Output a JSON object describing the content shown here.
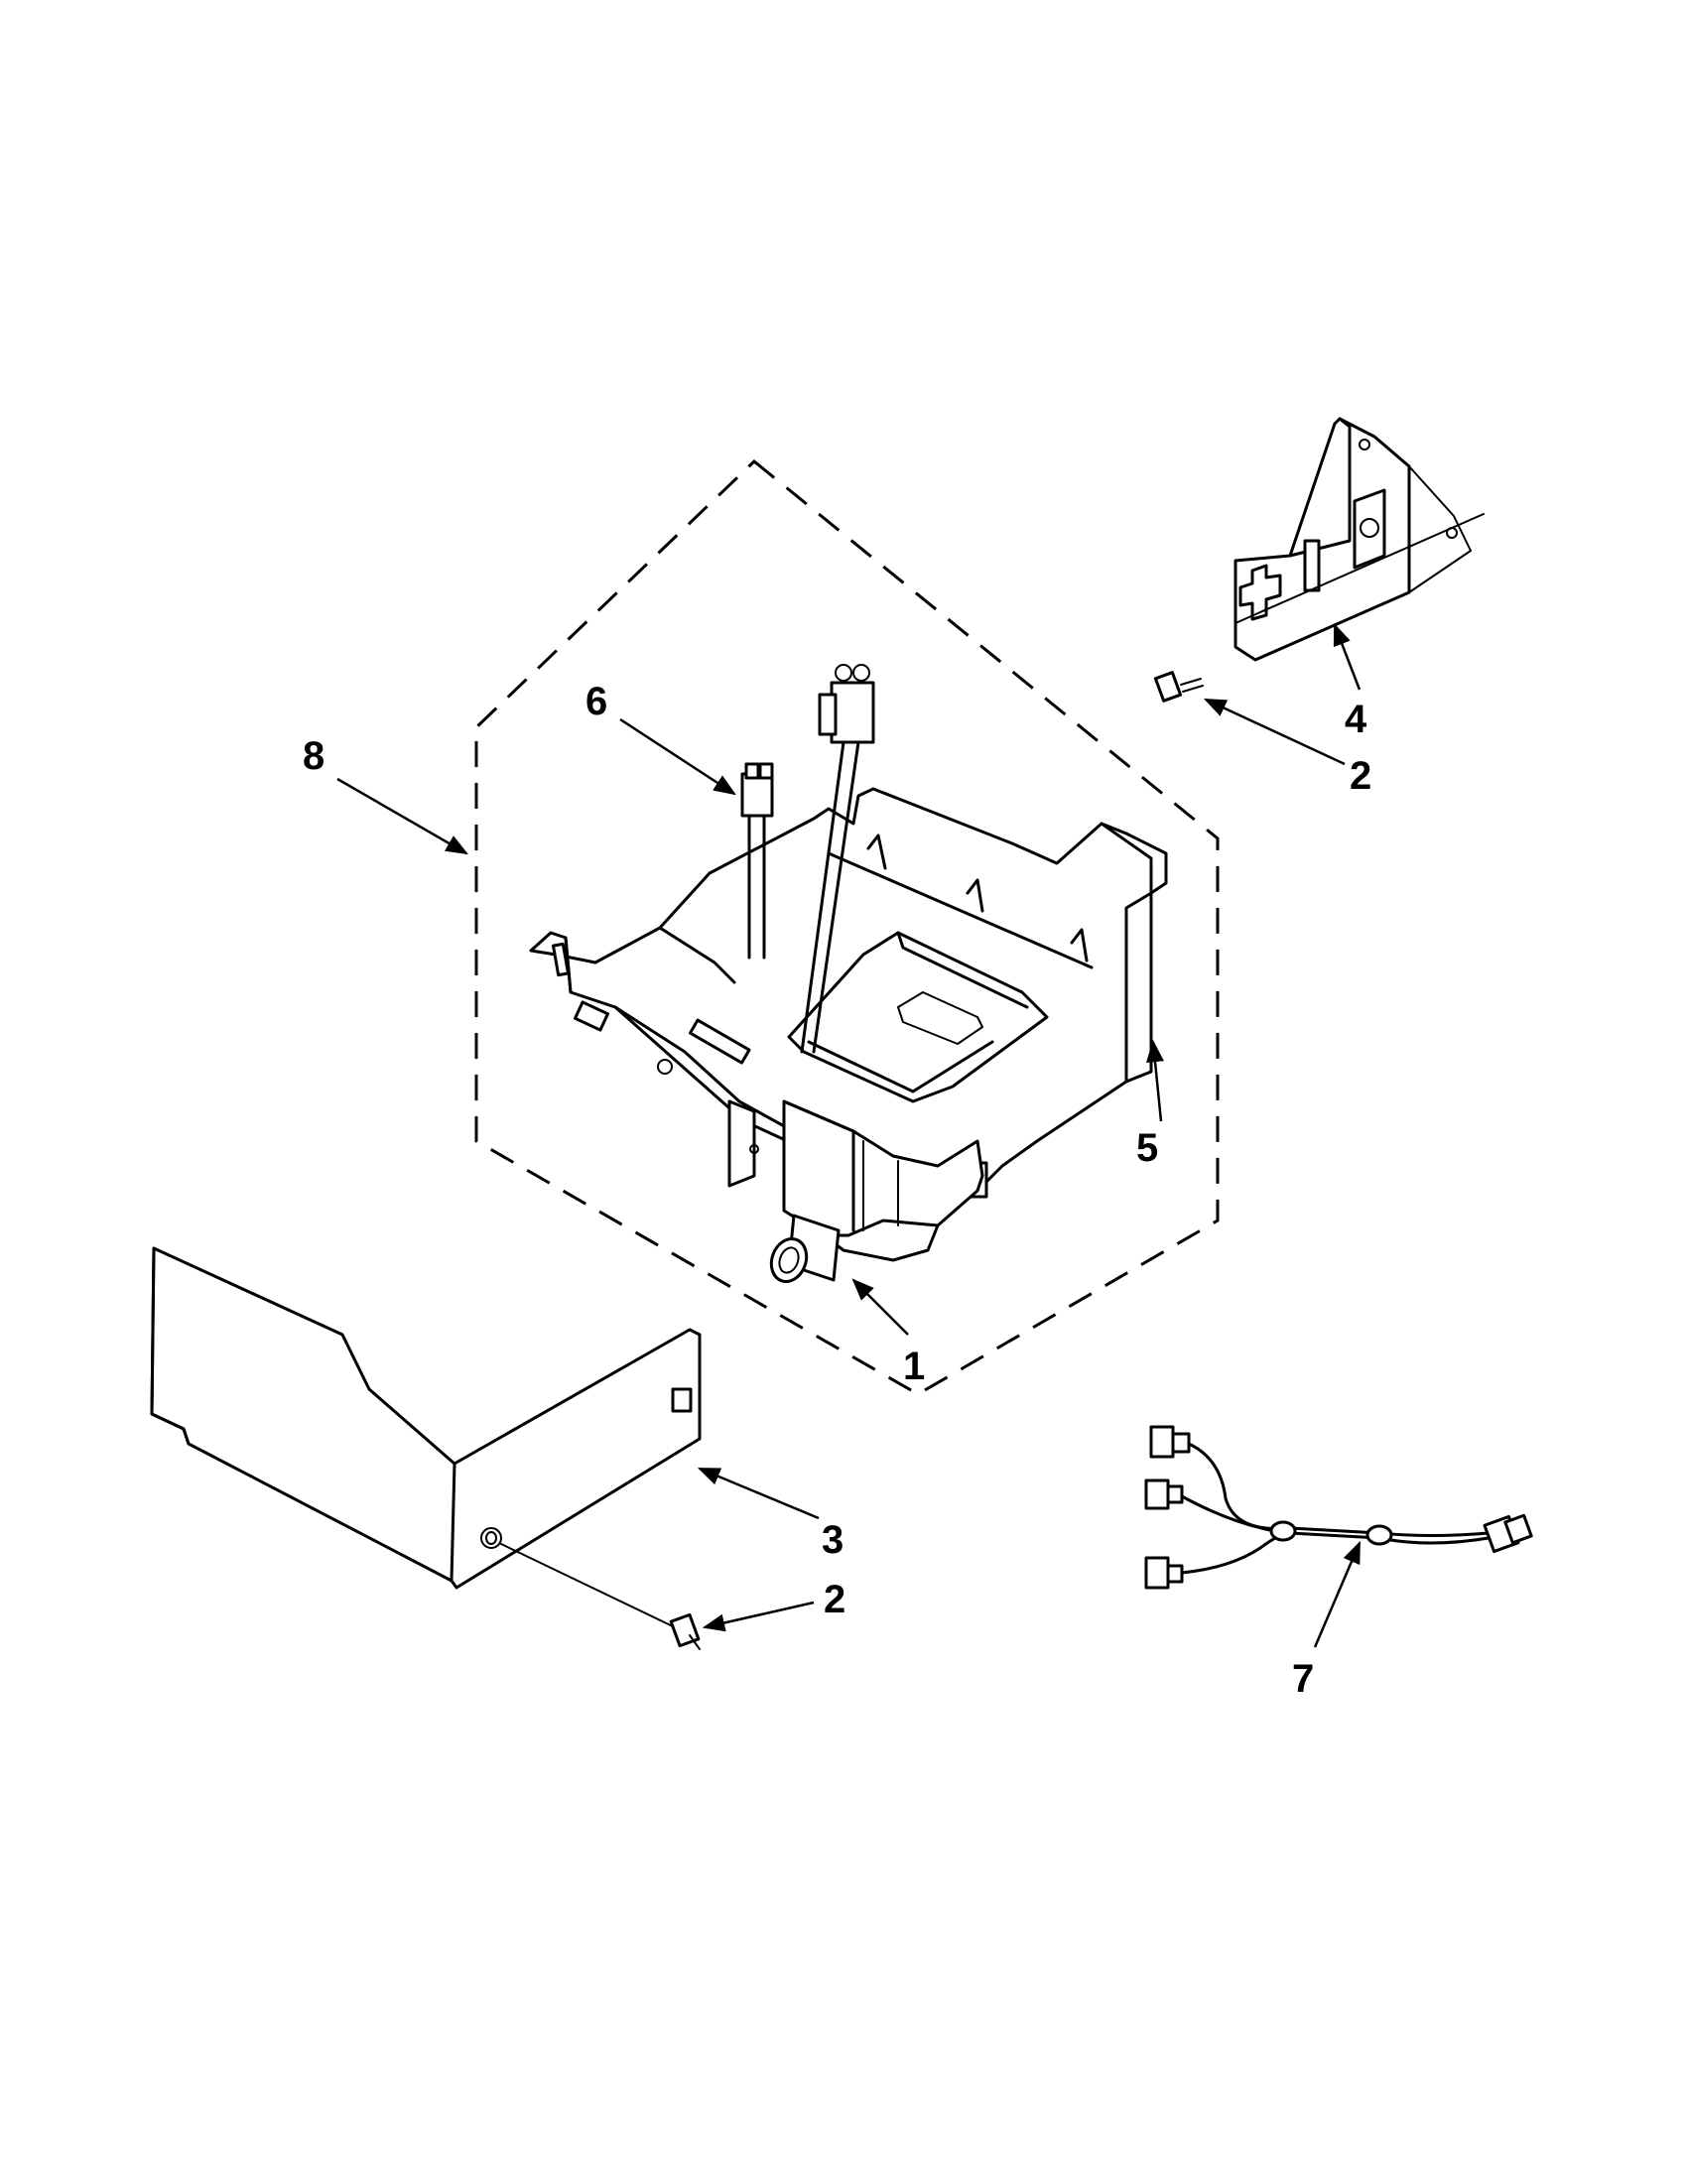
{
  "diagram": {
    "callouts": {
      "c1": "1",
      "c2_top": "2",
      "c2_bottom": "2",
      "c3": "3",
      "c4": "4",
      "c5": "5",
      "c6": "6",
      "c7": "7",
      "c8": "8"
    }
  }
}
